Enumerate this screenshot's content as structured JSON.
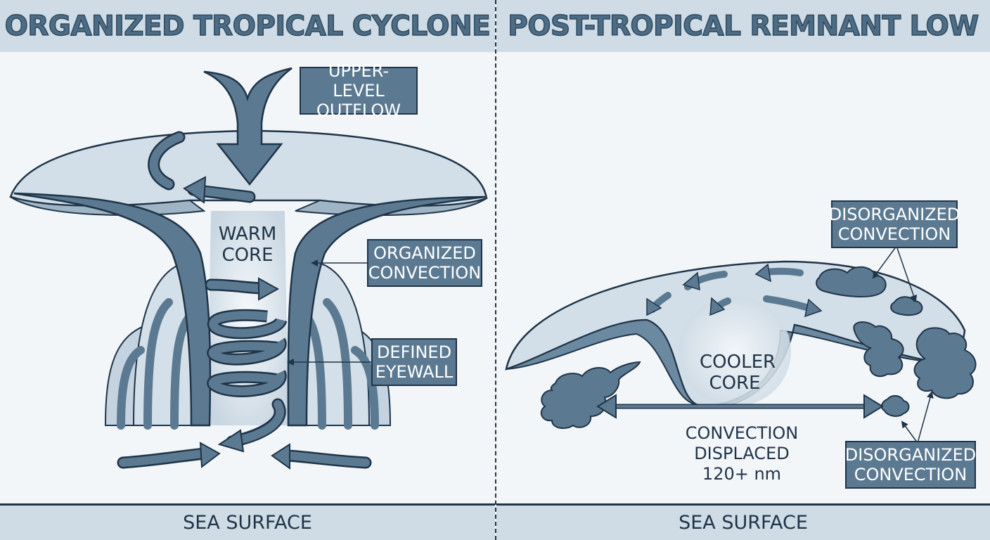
{
  "left_panel": {
    "title": "ORGANIZED TROPICAL CYCLONE",
    "labels": {
      "outflow": "UPPER-LEVEL OUTFLOW",
      "warm_core": "WARM CORE",
      "organized_convection": "ORGANIZED CONVECTION",
      "defined_eyewall": "DEFINED EYEWALL"
    },
    "footer": "SEA SURFACE"
  },
  "right_panel": {
    "title": "POST-TROPICAL REMNANT LOW",
    "labels": {
      "disorganized_convection_top": "DISORGANIZED CONVECTION",
      "cooler_core": "COOLER CORE",
      "convection_displaced": "CONVECTION DISPLACED 120+ nm",
      "disorganized_convection_bottom": "DISORGANIZED CONVECTION"
    },
    "footer": "SEA SURFACE"
  },
  "colors": {
    "dark": "#1f3448",
    "mid": "#5b7a92",
    "light": "#d3dfe8",
    "band": "#cfdce6"
  }
}
